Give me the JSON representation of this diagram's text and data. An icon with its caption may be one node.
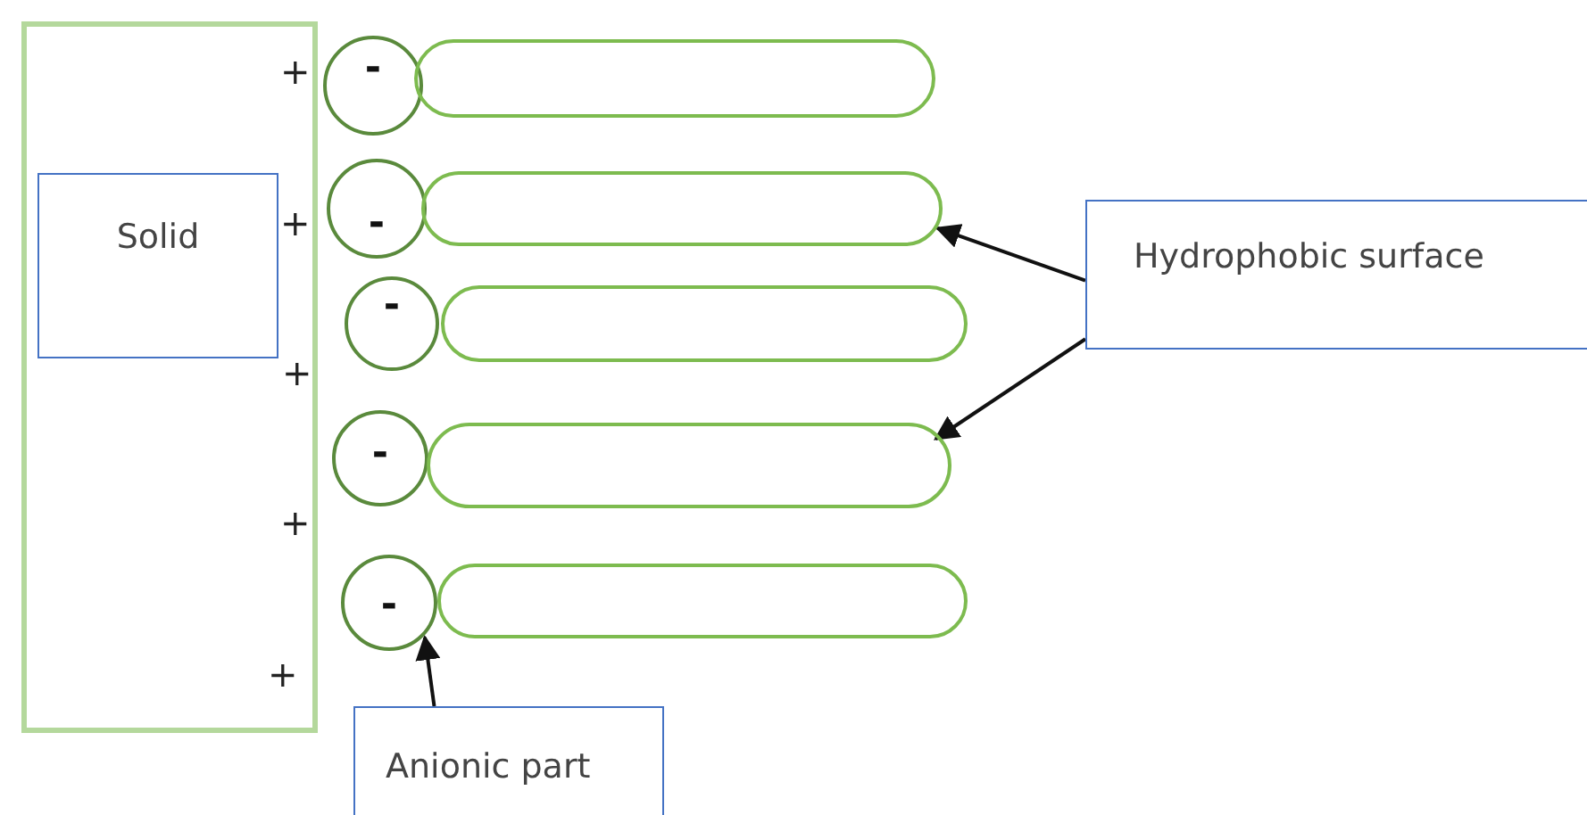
{
  "diagram": {
    "nodes": [
      {
        "text": [],
        "shape": "box"
      },
      {
        "text": [
          "Solid"
        ],
        "in": 0
      },
      {
        "text": [
          "-"
        ]
      },
      {
        "text": [],
        "shape": "oval"
      },
      {
        "text": [
          "-"
        ]
      },
      {
        "text": [],
        "shape": "oval"
      },
      {
        "text": [
          "-"
        ]
      },
      {
        "text": [],
        "shape": "oval"
      },
      {
        "text": [
          "-"
        ]
      },
      {
        "text": [],
        "shape": "oval"
      },
      {
        "text": [
          "-"
        ]
      },
      {
        "text": [],
        "shape": "oval"
      },
      {
        "text": [
          "Hydrophobic surface"
        ]
      },
      {
        "text": [
          "Anionic part"
        ]
      }
    ],
    "edges": [
      {
        "from": 12,
        "to": 5,
        "arrow": "to"
      },
      {
        "from": 12,
        "to": 9,
        "arrow": "to"
      },
      {
        "from": 13,
        "to": 10,
        "arrow": "to"
      }
    ],
    "labels": [
      "+",
      "+",
      "+",
      "+",
      "+"
    ]
  }
}
